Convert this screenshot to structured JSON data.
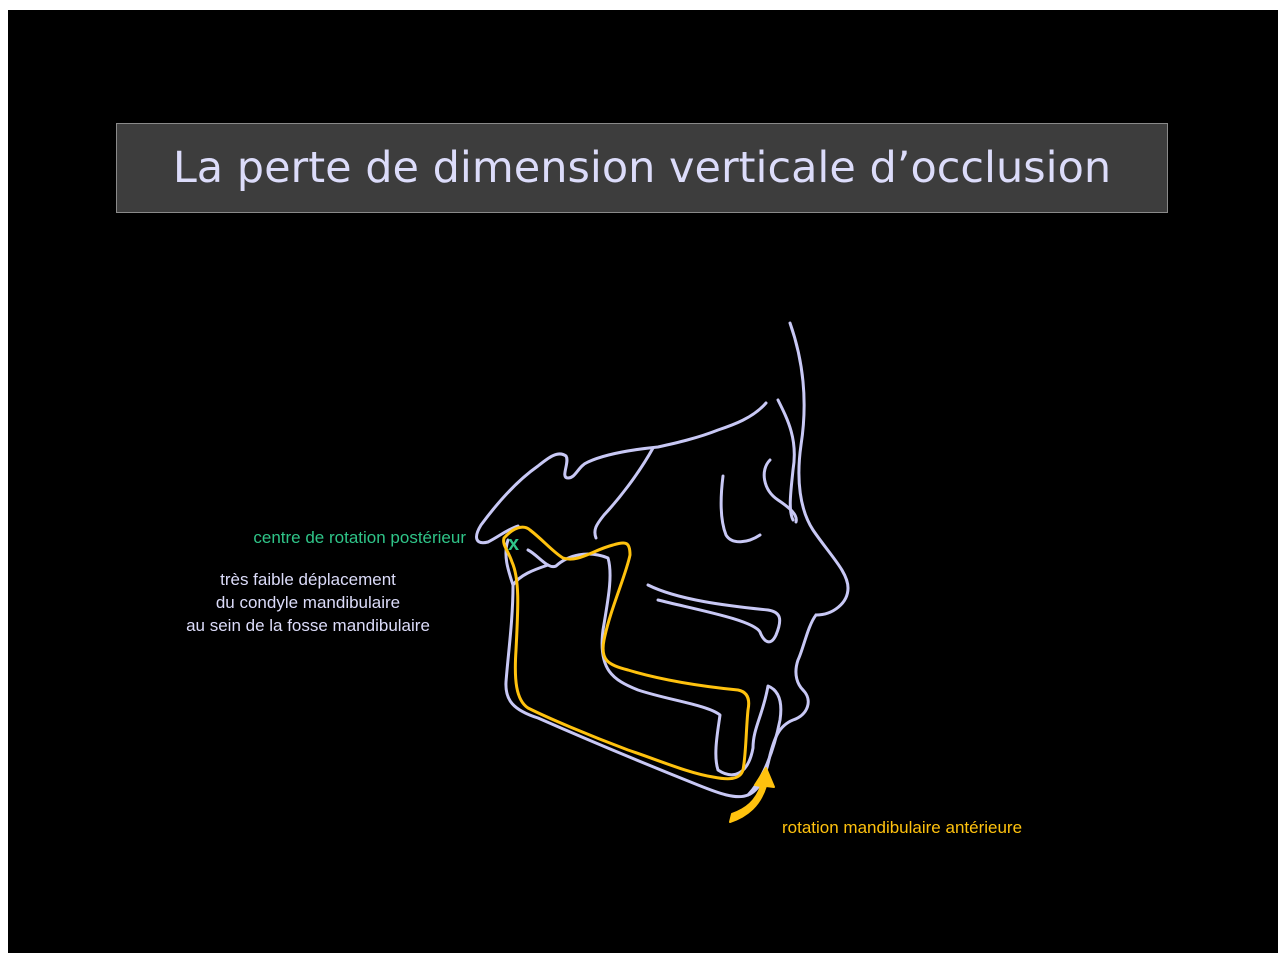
{
  "title": "La perte de dimension verticale d’occlusion",
  "labels": {
    "rotation_center": "centre de rotation postérieur",
    "rotation_marker": "x",
    "note_lines": [
      "très faible déplacement",
      "du condyle mandibulaire",
      "au sein de la fosse mandibulaire"
    ],
    "anterior_rotation": "rotation mandibulaire antérieure"
  },
  "colors": {
    "background": "#000000",
    "title_box": "#3d3d3d",
    "profile_outline": "#c8c8f5",
    "displaced_mandible": "#ffc20e",
    "center_marker": "#2fc488",
    "text_light": "#dcdcfa"
  }
}
